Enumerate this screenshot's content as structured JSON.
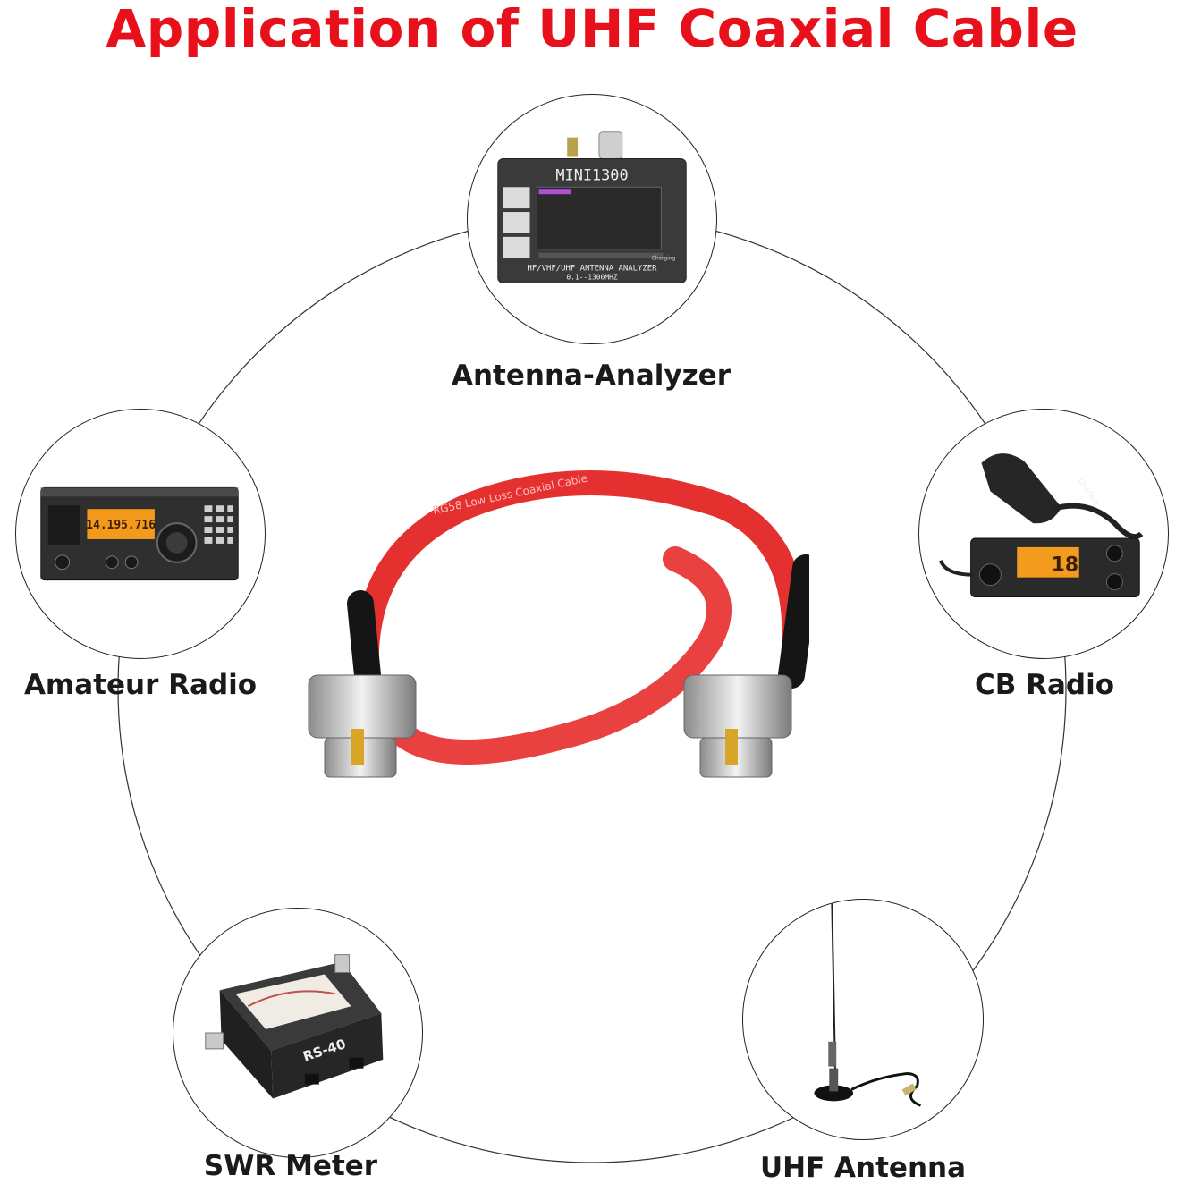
{
  "title": "Application of UHF Coaxial Cable",
  "colors": {
    "title": "#e8111b",
    "cable": "#e53030",
    "ring_line": "#333333"
  },
  "center_image": {
    "name": "uhf-coaxial-cable",
    "jacket_text": "RG58 Low Loss Coaxial Cable"
  },
  "applications": [
    {
      "label": "Antenna-Analyzer",
      "icon": "antenna-analyzer-icon",
      "device_text": {
        "brand": "MINI1300",
        "caption": "HF/VHF/UHF ANTENNA ANALYZER",
        "range": "0.1--1300MHZ",
        "status": "Charging"
      }
    },
    {
      "label": "Amateur Radio",
      "icon": "amateur-radio-icon",
      "device_text": {
        "display": "14.195.716"
      }
    },
    {
      "label": "CB Radio",
      "icon": "cb-radio-icon",
      "device_text": {
        "brand": "Uniden",
        "display": "18"
      }
    },
    {
      "label": "SWR Meter",
      "icon": "swr-meter-icon",
      "device_text": {
        "model": "RS-40"
      }
    },
    {
      "label": "UHF Antenna",
      "icon": "uhf-antenna-icon",
      "device_text": {}
    }
  ]
}
